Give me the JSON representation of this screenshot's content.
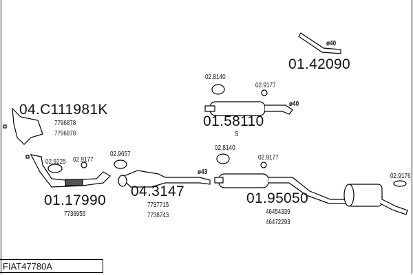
{
  "parts": [
    {
      "number": "01.42090",
      "refs": [],
      "dia": "ø40"
    },
    {
      "number": "01.58110",
      "refs": [
        "S"
      ],
      "dia": "ø40"
    },
    {
      "number": "04.C111981K",
      "refs": [
        "7796878",
        "7796878"
      ]
    },
    {
      "number": "01.17990",
      "refs": [
        "7736955"
      ]
    },
    {
      "number": "04.3147",
      "refs": [
        "7737715",
        "7738743"
      ],
      "dia": "ø43"
    },
    {
      "number": "01.95050",
      "refs": [
        "46454339",
        "46472293"
      ]
    }
  ],
  "accessories": [
    "02.8140",
    "02.9177",
    "02.9225",
    "02.9177",
    "02.9657",
    "02.8140",
    "02.9177",
    "02.9176"
  ],
  "footer": "FIAT47780A"
}
